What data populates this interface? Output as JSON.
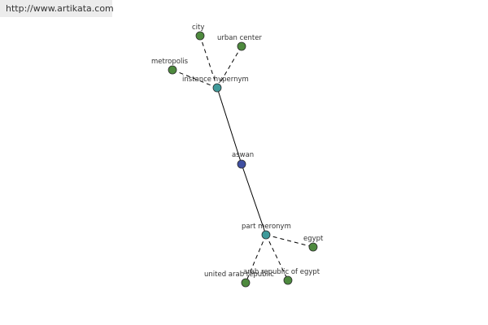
{
  "header": {
    "source_url": "http://www.artikata.com"
  },
  "graph": {
    "nodes": [
      {
        "id": "aswan",
        "label": "aswan",
        "role": "center",
        "color": "#3f4fa1"
      },
      {
        "id": "instance-hypernym",
        "label": "instance hypernym",
        "role": "relation",
        "color": "#3f9a9a"
      },
      {
        "id": "part-meronym",
        "label": "part meronym",
        "role": "relation",
        "color": "#3f9a9a"
      },
      {
        "id": "city",
        "label": "city",
        "role": "term",
        "color": "#4e8a3e"
      },
      {
        "id": "urban-center",
        "label": "urban center",
        "role": "term",
        "color": "#4e8a3e"
      },
      {
        "id": "metropolis",
        "label": "metropolis",
        "role": "term",
        "color": "#4e8a3e"
      },
      {
        "id": "egypt",
        "label": "egypt",
        "role": "term",
        "color": "#4e8a3e"
      },
      {
        "id": "arab-republic-of-egypt",
        "label": "arab republic of egypt",
        "role": "term",
        "color": "#4e8a3e"
      },
      {
        "id": "united-arab-republic",
        "label": "united arab republic",
        "role": "term",
        "color": "#4e8a3e"
      }
    ],
    "edges": [
      {
        "from": "aswan",
        "to": "instance-hypernym",
        "style": "solid"
      },
      {
        "from": "aswan",
        "to": "part-meronym",
        "style": "solid"
      },
      {
        "from": "instance-hypernym",
        "to": "city",
        "style": "dashed"
      },
      {
        "from": "instance-hypernym",
        "to": "urban-center",
        "style": "dashed"
      },
      {
        "from": "instance-hypernym",
        "to": "metropolis",
        "style": "dashed"
      },
      {
        "from": "part-meronym",
        "to": "egypt",
        "style": "dashed"
      },
      {
        "from": "part-meronym",
        "to": "arab-republic-of-egypt",
        "style": "dashed"
      },
      {
        "from": "part-meronym",
        "to": "united-arab-republic",
        "style": "dashed"
      }
    ]
  }
}
